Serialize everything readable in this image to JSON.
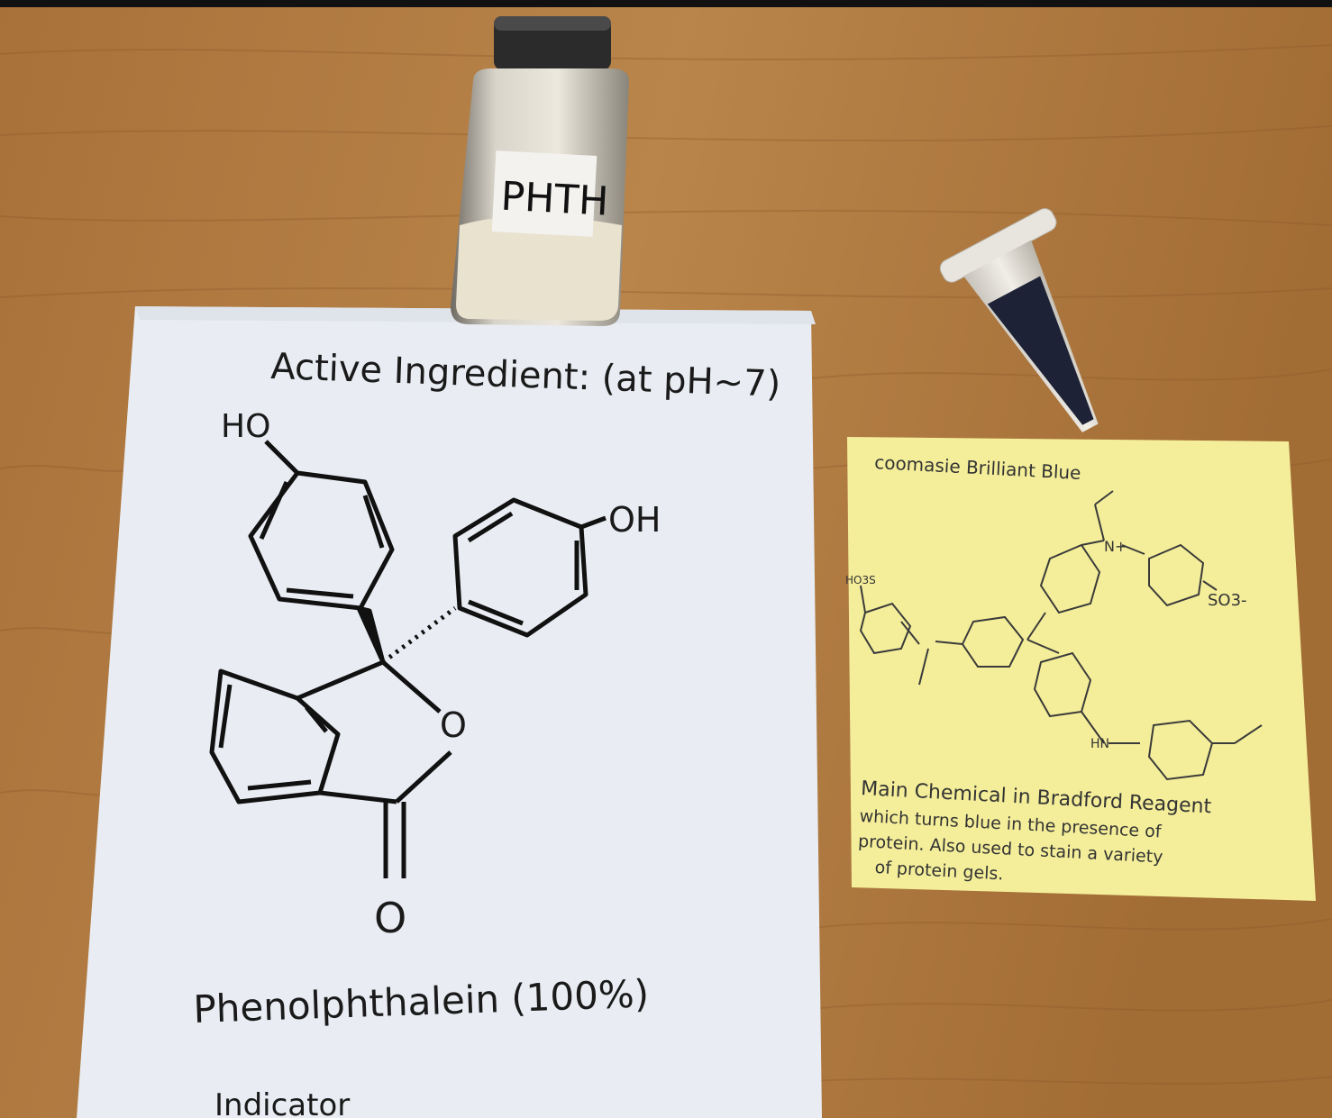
{
  "colors": {
    "wood": "#b07a3c",
    "white_paper": "#e9edf3",
    "sticky_note": "#f4ee9a",
    "ink": "#111111",
    "pencil": "#3a3a3a",
    "dye": "#1d2236"
  },
  "vial": {
    "label": "PHTH",
    "contents": "white powder"
  },
  "tube": {
    "contents": "blue-black powder"
  },
  "white_sheet": {
    "heading": "Active Ingredient: (at pH~7)",
    "substituent_top": "HO",
    "substituent_right": "OH",
    "ring_oxygen": "O",
    "carbonyl_oxygen": "O",
    "compound": "Phenolphthalein (100%)",
    "footer": "Indicator"
  },
  "sticky_note": {
    "heading": "coomasie Brilliant Blue",
    "group_left": "HO3S",
    "group_n_plus": "N+",
    "group_right": "SO3-",
    "group_amine": "HN",
    "description_lines": [
      "Main Chemical in Bradford Reagent",
      "which turns blue in the presence of",
      "protein. Also used to stain a variety",
      "of protein gels."
    ]
  }
}
